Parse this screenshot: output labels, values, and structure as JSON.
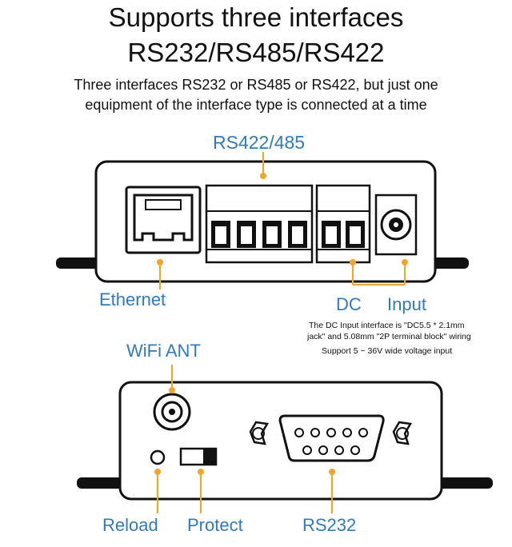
{
  "header": {
    "title_line1": "Supports three interfaces",
    "title_line2": "RS232/RS485/RS422",
    "subtitle_line1": "Three interfaces RS232 or RS485 or RS422, but just one",
    "subtitle_line2": "equipment of the interface type is connected at a time"
  },
  "labels": {
    "rs422_485": "RS422/485",
    "ethernet": "Ethernet",
    "dc": "DC",
    "input": "Input",
    "wifi_ant": "WiFi ANT",
    "reload": "Reload",
    "protect": "Protect",
    "rs232": "RS232"
  },
  "dc_note": {
    "line1": "The DC Input interface is \"DC5.5 * 2.1mm",
    "line2": "jack\" and 5.08mm \"2P terminal block\" wiring",
    "line3": "Support 5 ~ 36V wide voltage input"
  },
  "colors": {
    "label_blue": "#2e7bbf",
    "leader_orange": "#f2a623",
    "outline": "#111111"
  }
}
